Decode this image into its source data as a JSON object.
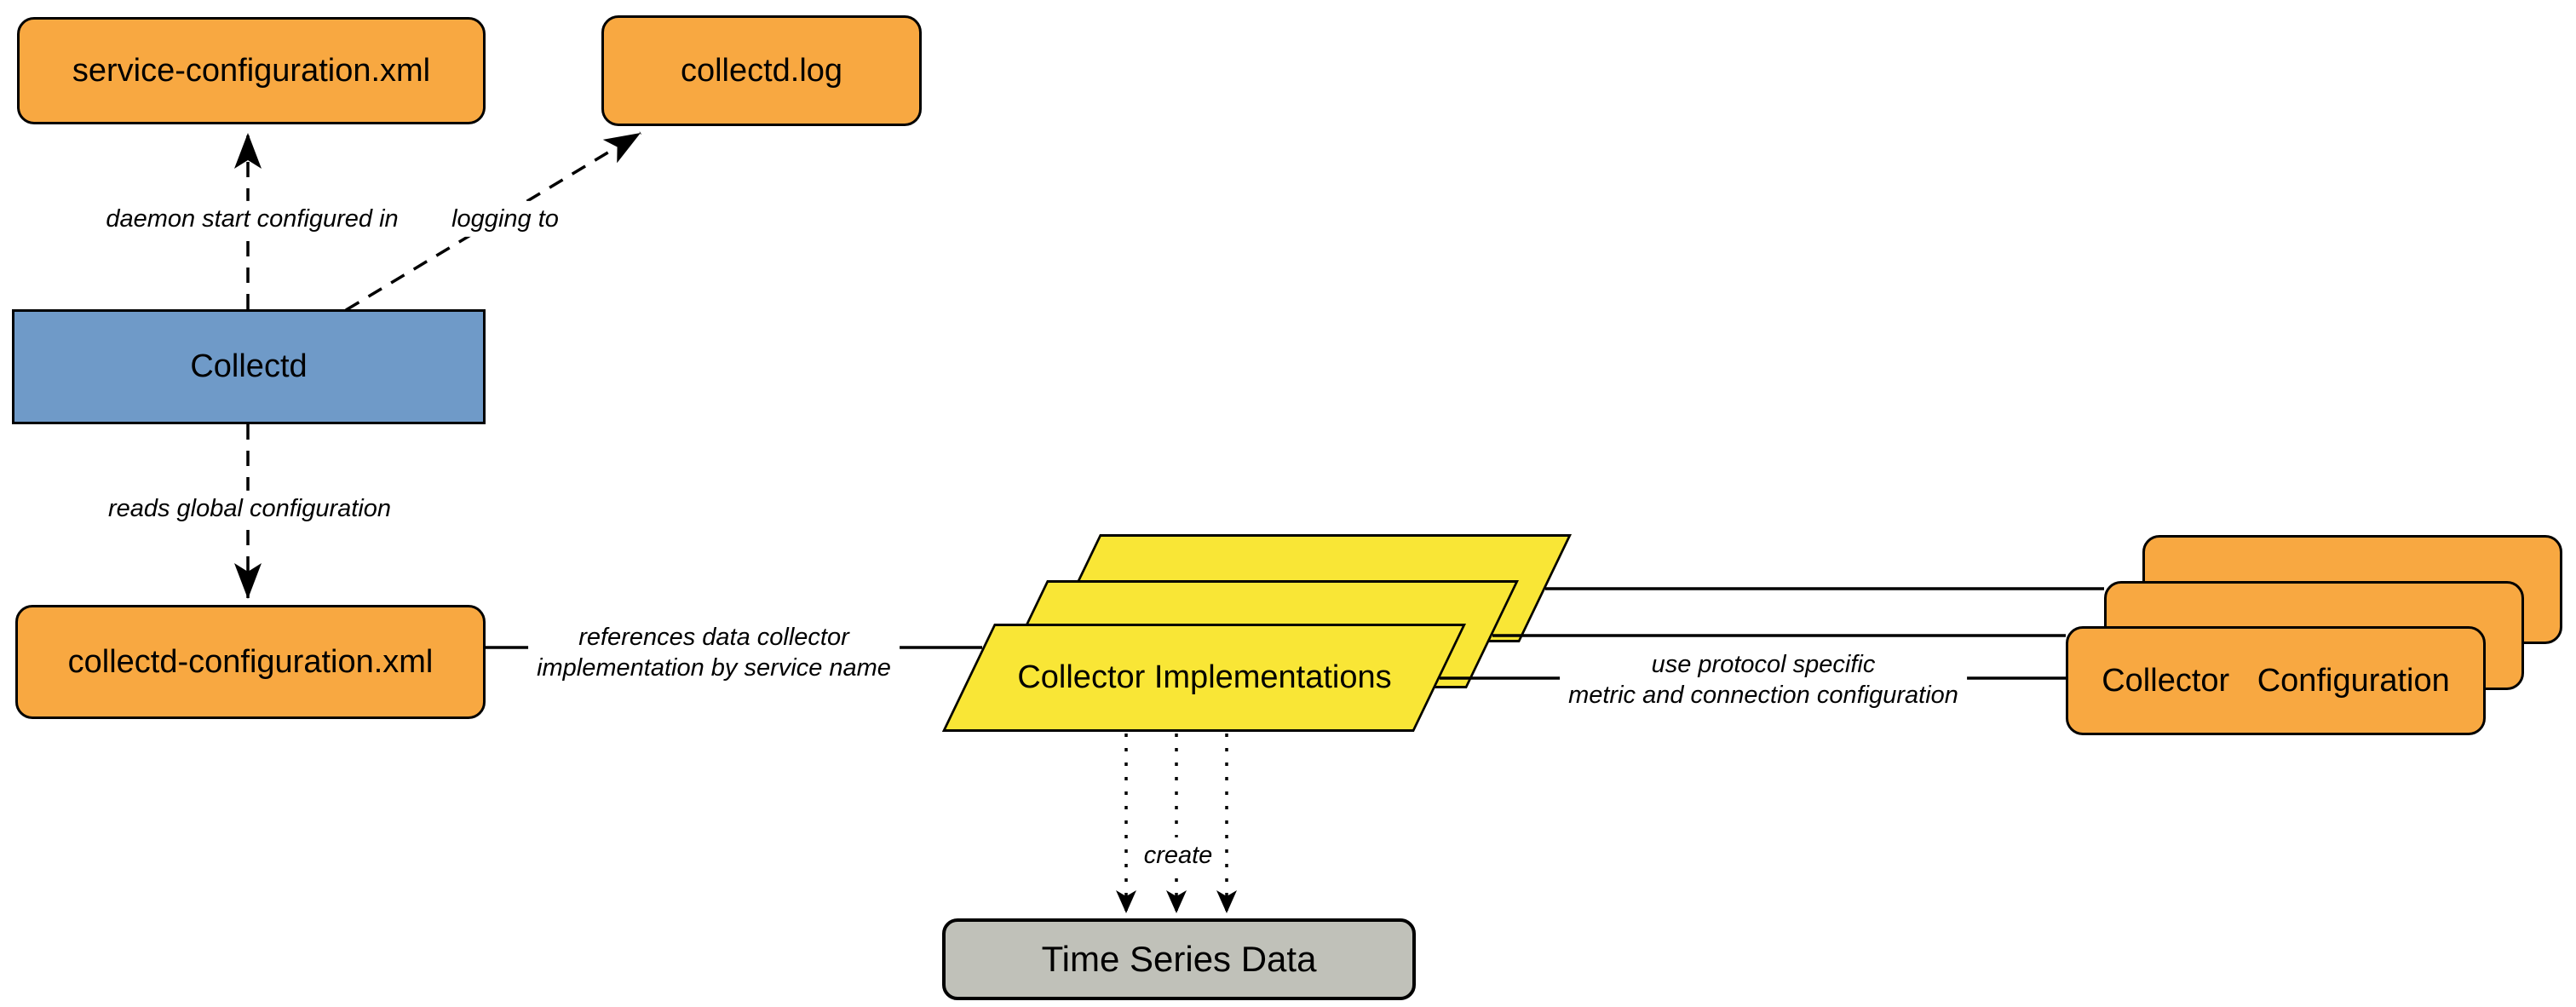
{
  "nodes": {
    "service_configuration": {
      "label": "service-configuration.xml"
    },
    "collectd_log": {
      "label": "collectd.log"
    },
    "collectd": {
      "label": "Collectd"
    },
    "collectd_configuration": {
      "label": "collectd-configuration.xml"
    },
    "collector_implementations": {
      "label": "Collector Implementations",
      "stack_count": 3
    },
    "collector_configuration": {
      "label": "Collector Configuration",
      "stack_count": 3
    },
    "time_series_data": {
      "label": "Time Series Data"
    }
  },
  "edges": {
    "daemon_start": {
      "label": "daemon start configured in",
      "style": "dashed-arrow"
    },
    "logging_to": {
      "label": "logging to",
      "style": "dashed-arrow"
    },
    "reads_global": {
      "label": "reads global configuration",
      "style": "dashed-arrow"
    },
    "references": {
      "line1": "references data collector",
      "line2": "implementation by service name",
      "style": "solid"
    },
    "use_protocol": {
      "line1": "use protocol specific",
      "line2": "metric and connection configuration",
      "style": "solid"
    },
    "create": {
      "label": "create",
      "style": "dotted-arrow"
    }
  },
  "colors": {
    "node_orange": "#F8A841",
    "node_blue": "#6F9AC8",
    "node_yellow": "#F9E636",
    "node_gray": "#C0C1B9",
    "line_black": "#000000",
    "background": "#FFFFFF"
  }
}
